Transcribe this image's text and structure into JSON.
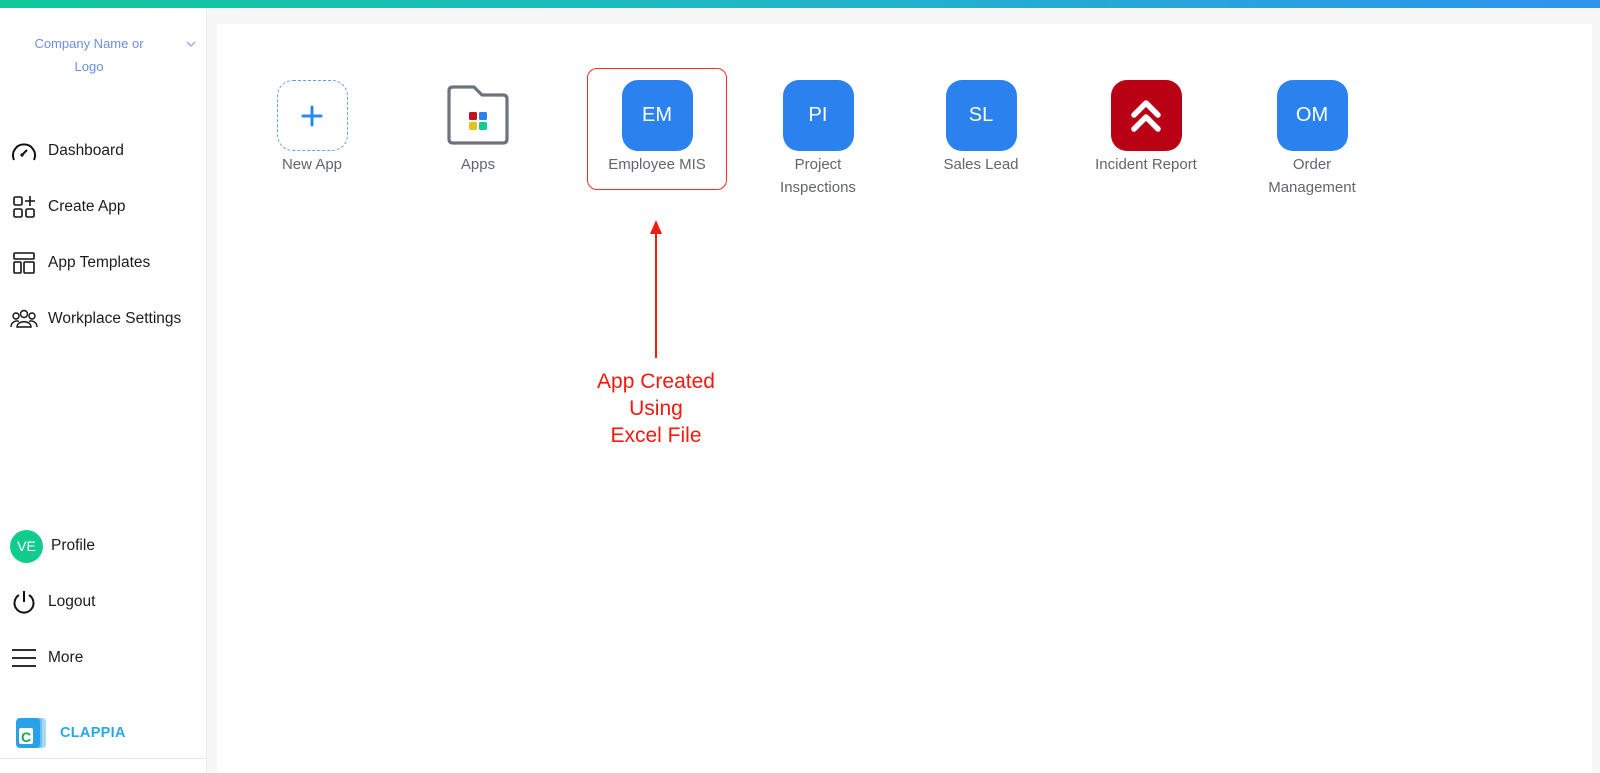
{
  "colors": {
    "topbar_start": "#12c99b",
    "topbar_end": "#2f93f0",
    "app_blue": "#2b82ef",
    "incident_red": "#b90014",
    "annotation_red": "#f2190e",
    "avatar_green": "#12cc8e",
    "brand_blue": "#29a6e8"
  },
  "sidebar": {
    "company": "Company Name or Logo",
    "company_chevron_icon": "chevron-down-icon",
    "nav": [
      {
        "label": "Dashboard",
        "icon": "speedometer-icon"
      },
      {
        "label": "Create App",
        "icon": "create-app-icon"
      },
      {
        "label": "App Templates",
        "icon": "templates-icon"
      },
      {
        "label": "Workplace Settings",
        "icon": "users-icon"
      }
    ],
    "bottom": [
      {
        "label": "Profile",
        "avatar": "VE"
      },
      {
        "label": "Logout",
        "icon": "power-icon"
      },
      {
        "label": "More",
        "icon": "menu-icon"
      }
    ],
    "brand": {
      "name": "CLAPPIA",
      "logo_letter": "C"
    }
  },
  "apps": [
    {
      "label": "New App",
      "icon": "plus-icon",
      "type": "new"
    },
    {
      "label": "Apps",
      "icon": "folder-icon",
      "type": "folder"
    },
    {
      "label": "Employee MIS",
      "initials": "EM",
      "type": "app"
    },
    {
      "label": "Project Inspections",
      "initials": "PI",
      "type": "app"
    },
    {
      "label": "Sales Lead",
      "initials": "SL",
      "type": "app"
    },
    {
      "label": "Incident Report",
      "icon": "double-chevron-up-icon",
      "type": "app-icon"
    },
    {
      "label": "Order Management",
      "initials": "OM",
      "type": "app"
    }
  ],
  "annotation": {
    "lines": [
      "App Created",
      "Using",
      "Excel File"
    ]
  }
}
